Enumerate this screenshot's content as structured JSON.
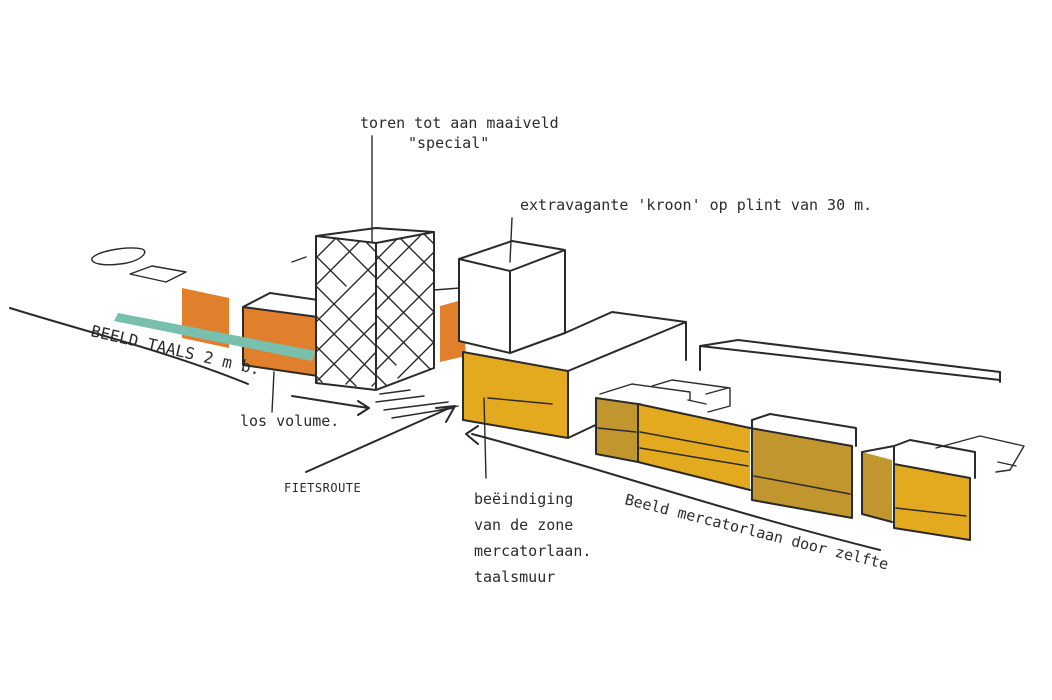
{
  "colors": {
    "ink": "#2a2a2a",
    "orange": "#e07f2c",
    "yellow": "#e4aa1f",
    "ochre": "#c1962e",
    "teal": "#79bfae",
    "paper": "#ffffff"
  },
  "annotations": {
    "tower_line1": "toren tot aan maaiveld",
    "tower_line2": "\"special\"",
    "crown": "extravagante 'kroon' op plint van 30 m.",
    "beeld_left": "BEELD TAALS 2 m b.",
    "los_volume": "los volume.",
    "fietsroute": "FIETSROUTE",
    "beeindiging_1": "beëindiging",
    "beeindiging_2": "van de zone",
    "beeindiging_3": "mercatorlaan.",
    "beeindiging_4": "taalsmuur",
    "beeld_right": "Beeld mercatorlaan door zelfte"
  }
}
